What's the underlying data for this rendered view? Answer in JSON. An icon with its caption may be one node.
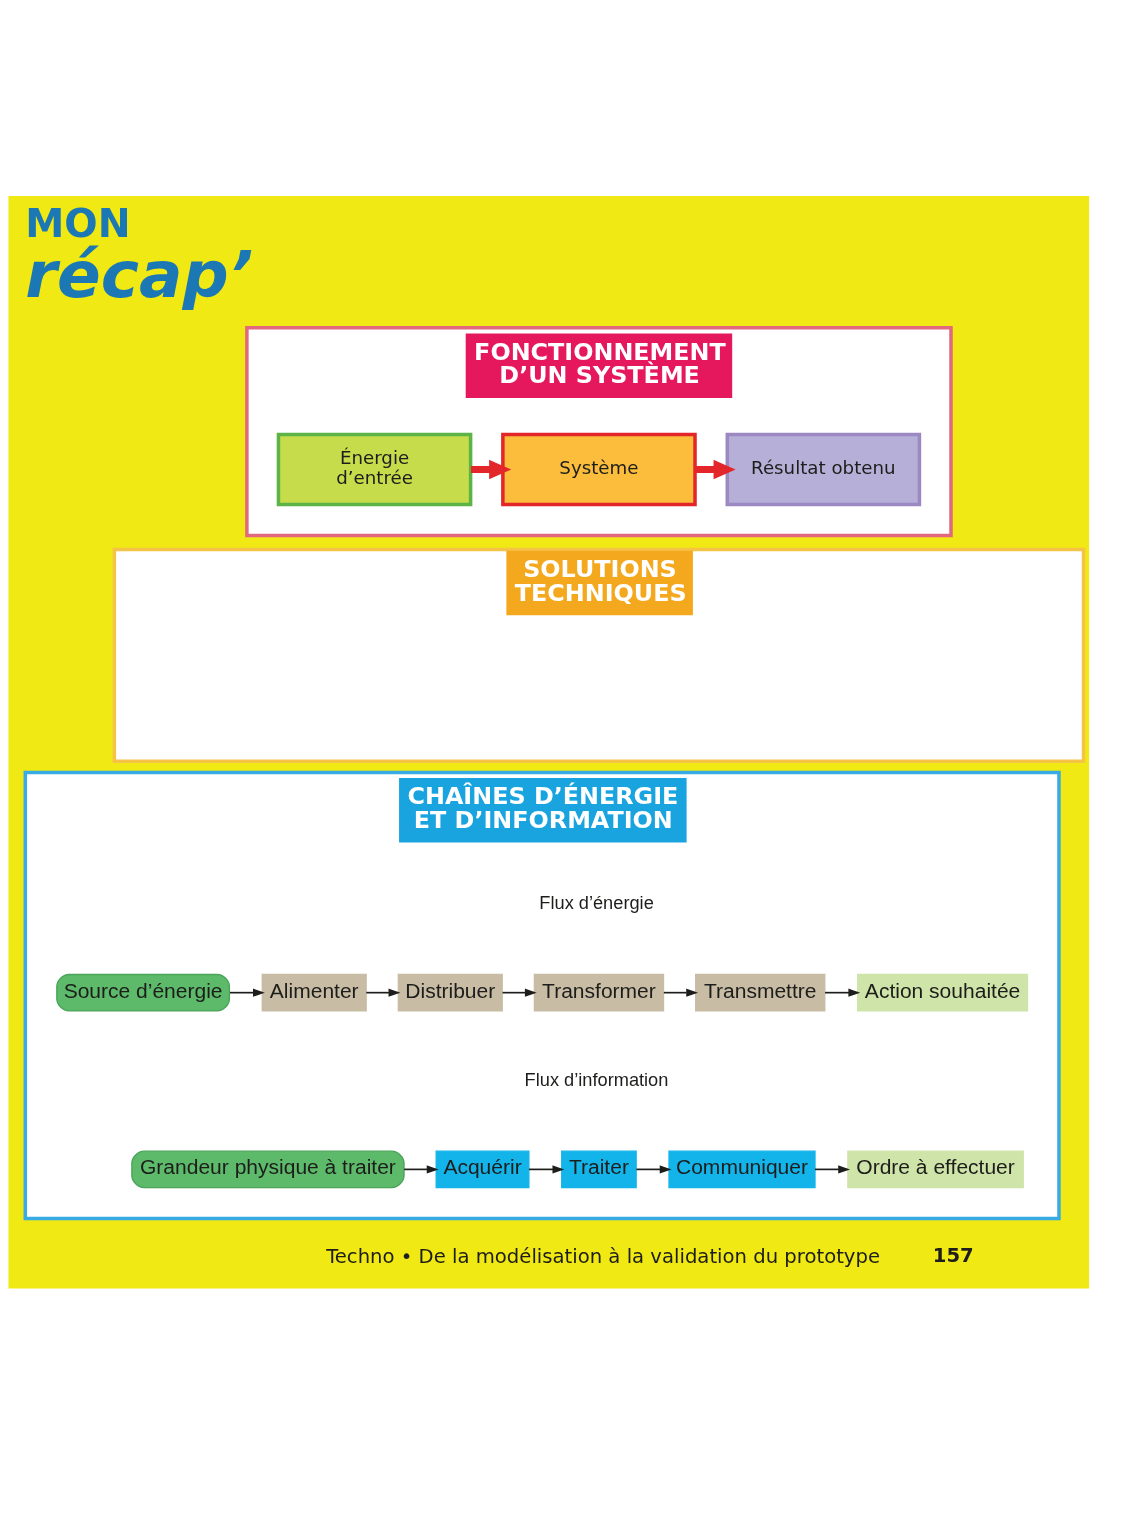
{
  "diagram": {
    "title": "MON récap’",
    "nodes": [
      {
        "text": [
          "FONCTIONNEMENT D’UN SYSTÈME"
        ]
      },
      {
        "text": [
          "Énergie d’entrée"
        ],
        "in": 0
      },
      {
        "text": [
          "Système"
        ],
        "in": 0
      },
      {
        "text": [
          "Résultat obtenu"
        ],
        "in": 0
      },
      {
        "text": [
          "SOLUTIONS TECHNIQUES"
        ]
      },
      {
        "text": [
          "CHAÎNES D’ÉNERGIE ET D’INFORMATION"
        ]
      },
      {
        "text": [
          "Source d’énergie"
        ],
        "in": 5
      },
      {
        "text": [
          "Alimenter"
        ],
        "in": 5
      },
      {
        "text": [
          "Distribuer"
        ],
        "in": 5
      },
      {
        "text": [
          "Transformer"
        ],
        "in": 5
      },
      {
        "text": [
          "Transmettre"
        ],
        "in": 5
      },
      {
        "text": [
          "Action souhaitée"
        ],
        "in": 5
      },
      {
        "text": [
          "Grandeur physique à traiter"
        ],
        "in": 5
      },
      {
        "text": [
          "Acquérir"
        ],
        "in": 5
      },
      {
        "text": [
          "Traiter"
        ],
        "in": 5
      },
      {
        "text": [
          "Communiquer"
        ],
        "in": 5
      },
      {
        "text": [
          "Ordre à effectuer"
        ],
        "in": 5
      }
    ],
    "edges": [
      {
        "from": 1,
        "to": 2,
        "arrow": "to",
        "style": "thick",
        "color": "#e3262a"
      },
      {
        "from": 2,
        "to": 3,
        "arrow": "to",
        "style": "thick",
        "color": "#e3262a"
      },
      {
        "from": 6,
        "to": 7,
        "arrow": "to"
      },
      {
        "from": 7,
        "to": 8,
        "arrow": "to"
      },
      {
        "from": 8,
        "to": 9,
        "arrow": "to"
      },
      {
        "from": 9,
        "to": 10,
        "arrow": "to"
      },
      {
        "from": 10,
        "to": 11,
        "arrow": "to"
      },
      {
        "from": 12,
        "to": 13,
        "arrow": "to"
      },
      {
        "from": 13,
        "to": 14,
        "arrow": "to"
      },
      {
        "from": 14,
        "to": 15,
        "arrow": "to"
      },
      {
        "from": 15,
        "to": 16,
        "arrow": "to"
      }
    ],
    "labels": [
      "Flux d’énergie",
      "Flux d’information",
      "Techno • De la modélisation à la validation du prototype",
      "157"
    ]
  }
}
